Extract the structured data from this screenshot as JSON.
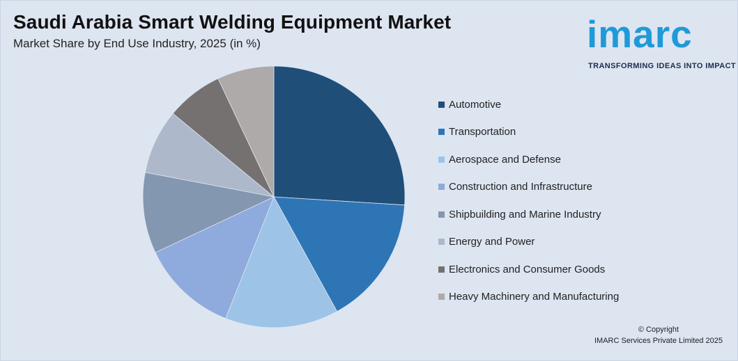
{
  "header": {
    "title": "Saudi Arabia Smart Welding Equipment Market",
    "subtitle": "Market Share by End Use Industry, 2025 (in %)"
  },
  "logo": {
    "word": "imarc",
    "tagline": "TRANSFORMING IDEAS INTO IMPACT",
    "color": "#1f9ad8"
  },
  "chart_data": {
    "type": "pie",
    "categories": [
      "Automotive",
      "Transportation",
      "Aerospace and Defense",
      "Construction and Infrastructure",
      "Shipbuilding and Marine Industry",
      "Energy and Power",
      "Electronics and Consumer Goods",
      "Heavy Machinery and Manufacturing"
    ],
    "values": [
      26,
      16,
      14,
      12,
      10,
      8,
      7,
      7
    ],
    "colors": [
      "#1f4e79",
      "#2e75b6",
      "#9dc3e6",
      "#8faadc",
      "#8497b0",
      "#adb9ca",
      "#767171",
      "#aeaaaa"
    ],
    "legend_position": "right"
  },
  "footer": {
    "line1": "© Copyright",
    "line2": "IMARC Services Private Limited 2025"
  }
}
